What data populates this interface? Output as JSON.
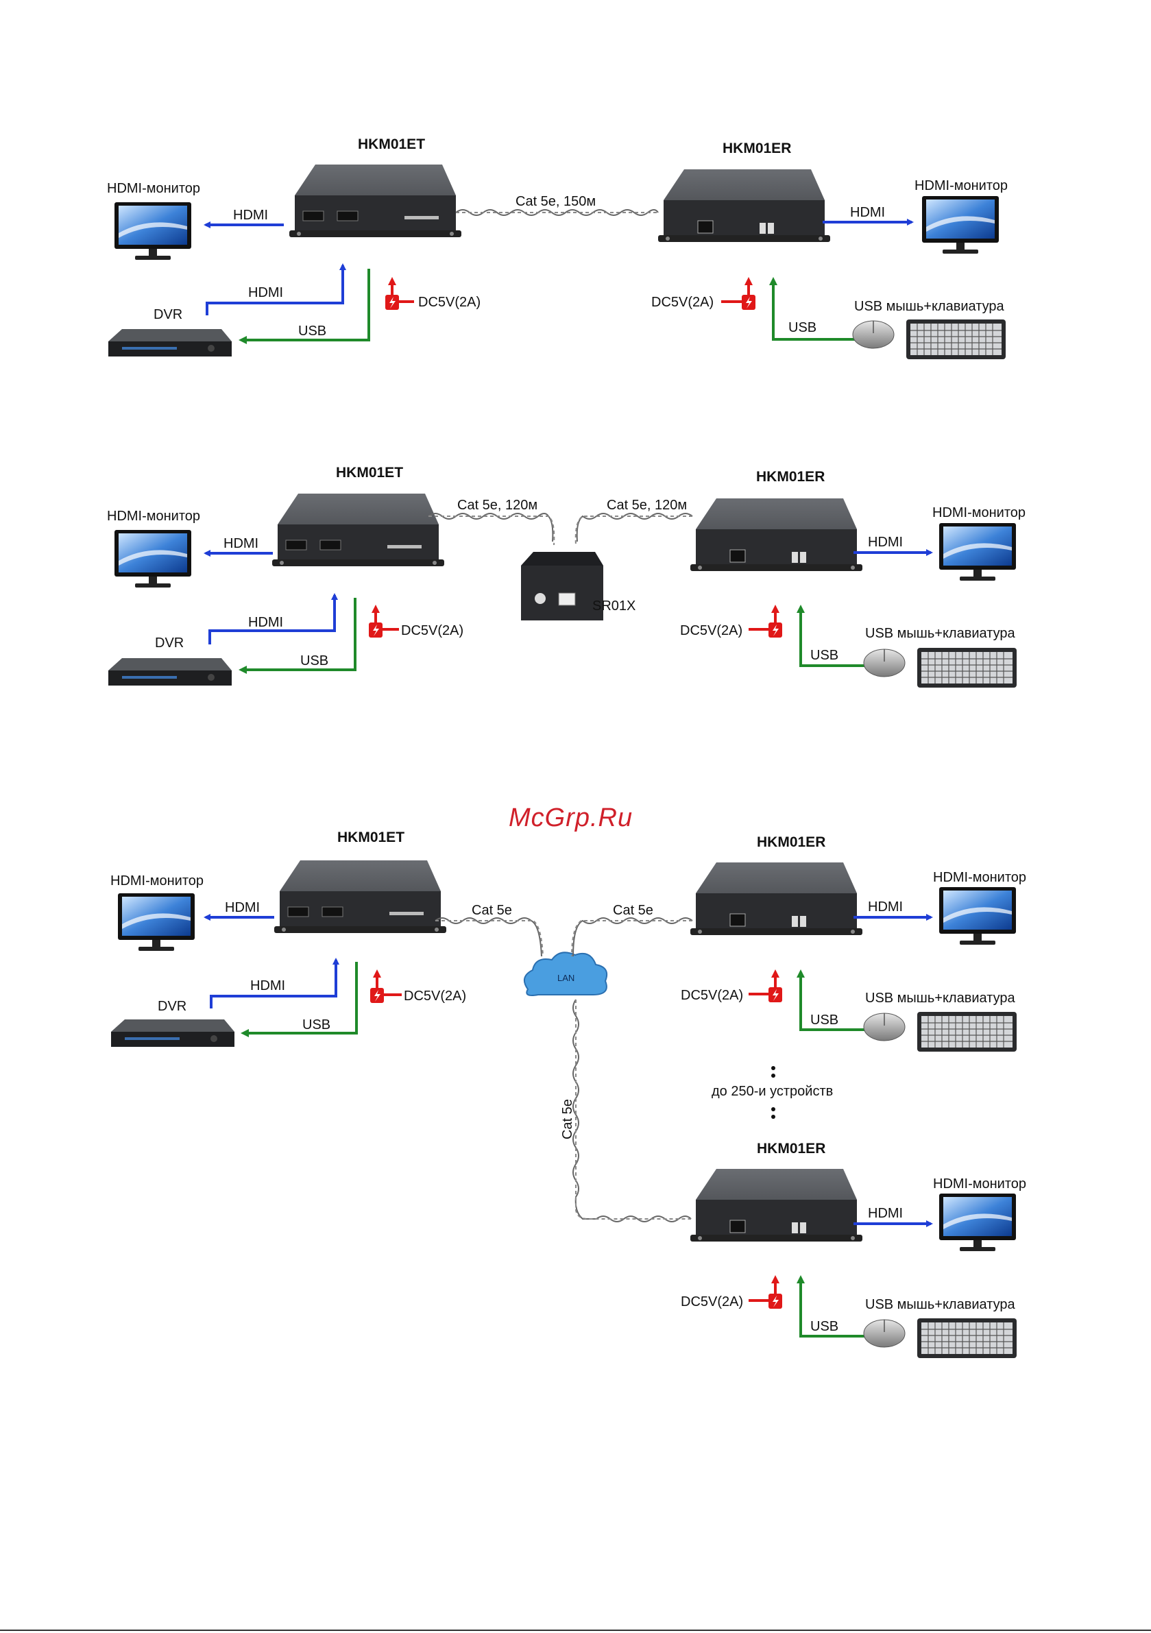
{
  "watermark": "McGrp.Ru",
  "labels": {
    "transmitter": "HKM01ET",
    "receiver": "HKM01ER",
    "hdmi_monitor": "HDMI-монитор",
    "hdmi": "HDMI",
    "usb": "USB",
    "dvr": "DVR",
    "power": "DC5V(2A)",
    "usb_kbm": "USB мышь+клавиатура",
    "repeater": "SR01X",
    "lan": "LAN"
  },
  "diagram1": {
    "cable": "Cat 5e, 150м"
  },
  "diagram2": {
    "cable_left": "Cat 5e, 120м",
    "cable_right": "Cat 5e, 120м"
  },
  "diagram3": {
    "cable_left": "Cat 5e",
    "cable_right": "Cat 5e",
    "cable_vertical": "Cat 5e",
    "more_devices": "до 250-и устройств"
  },
  "colors": {
    "hdmi": "#1f3ed6",
    "usb": "#1f8a2a",
    "power": "#e01818",
    "watermark": "#d0202a"
  }
}
